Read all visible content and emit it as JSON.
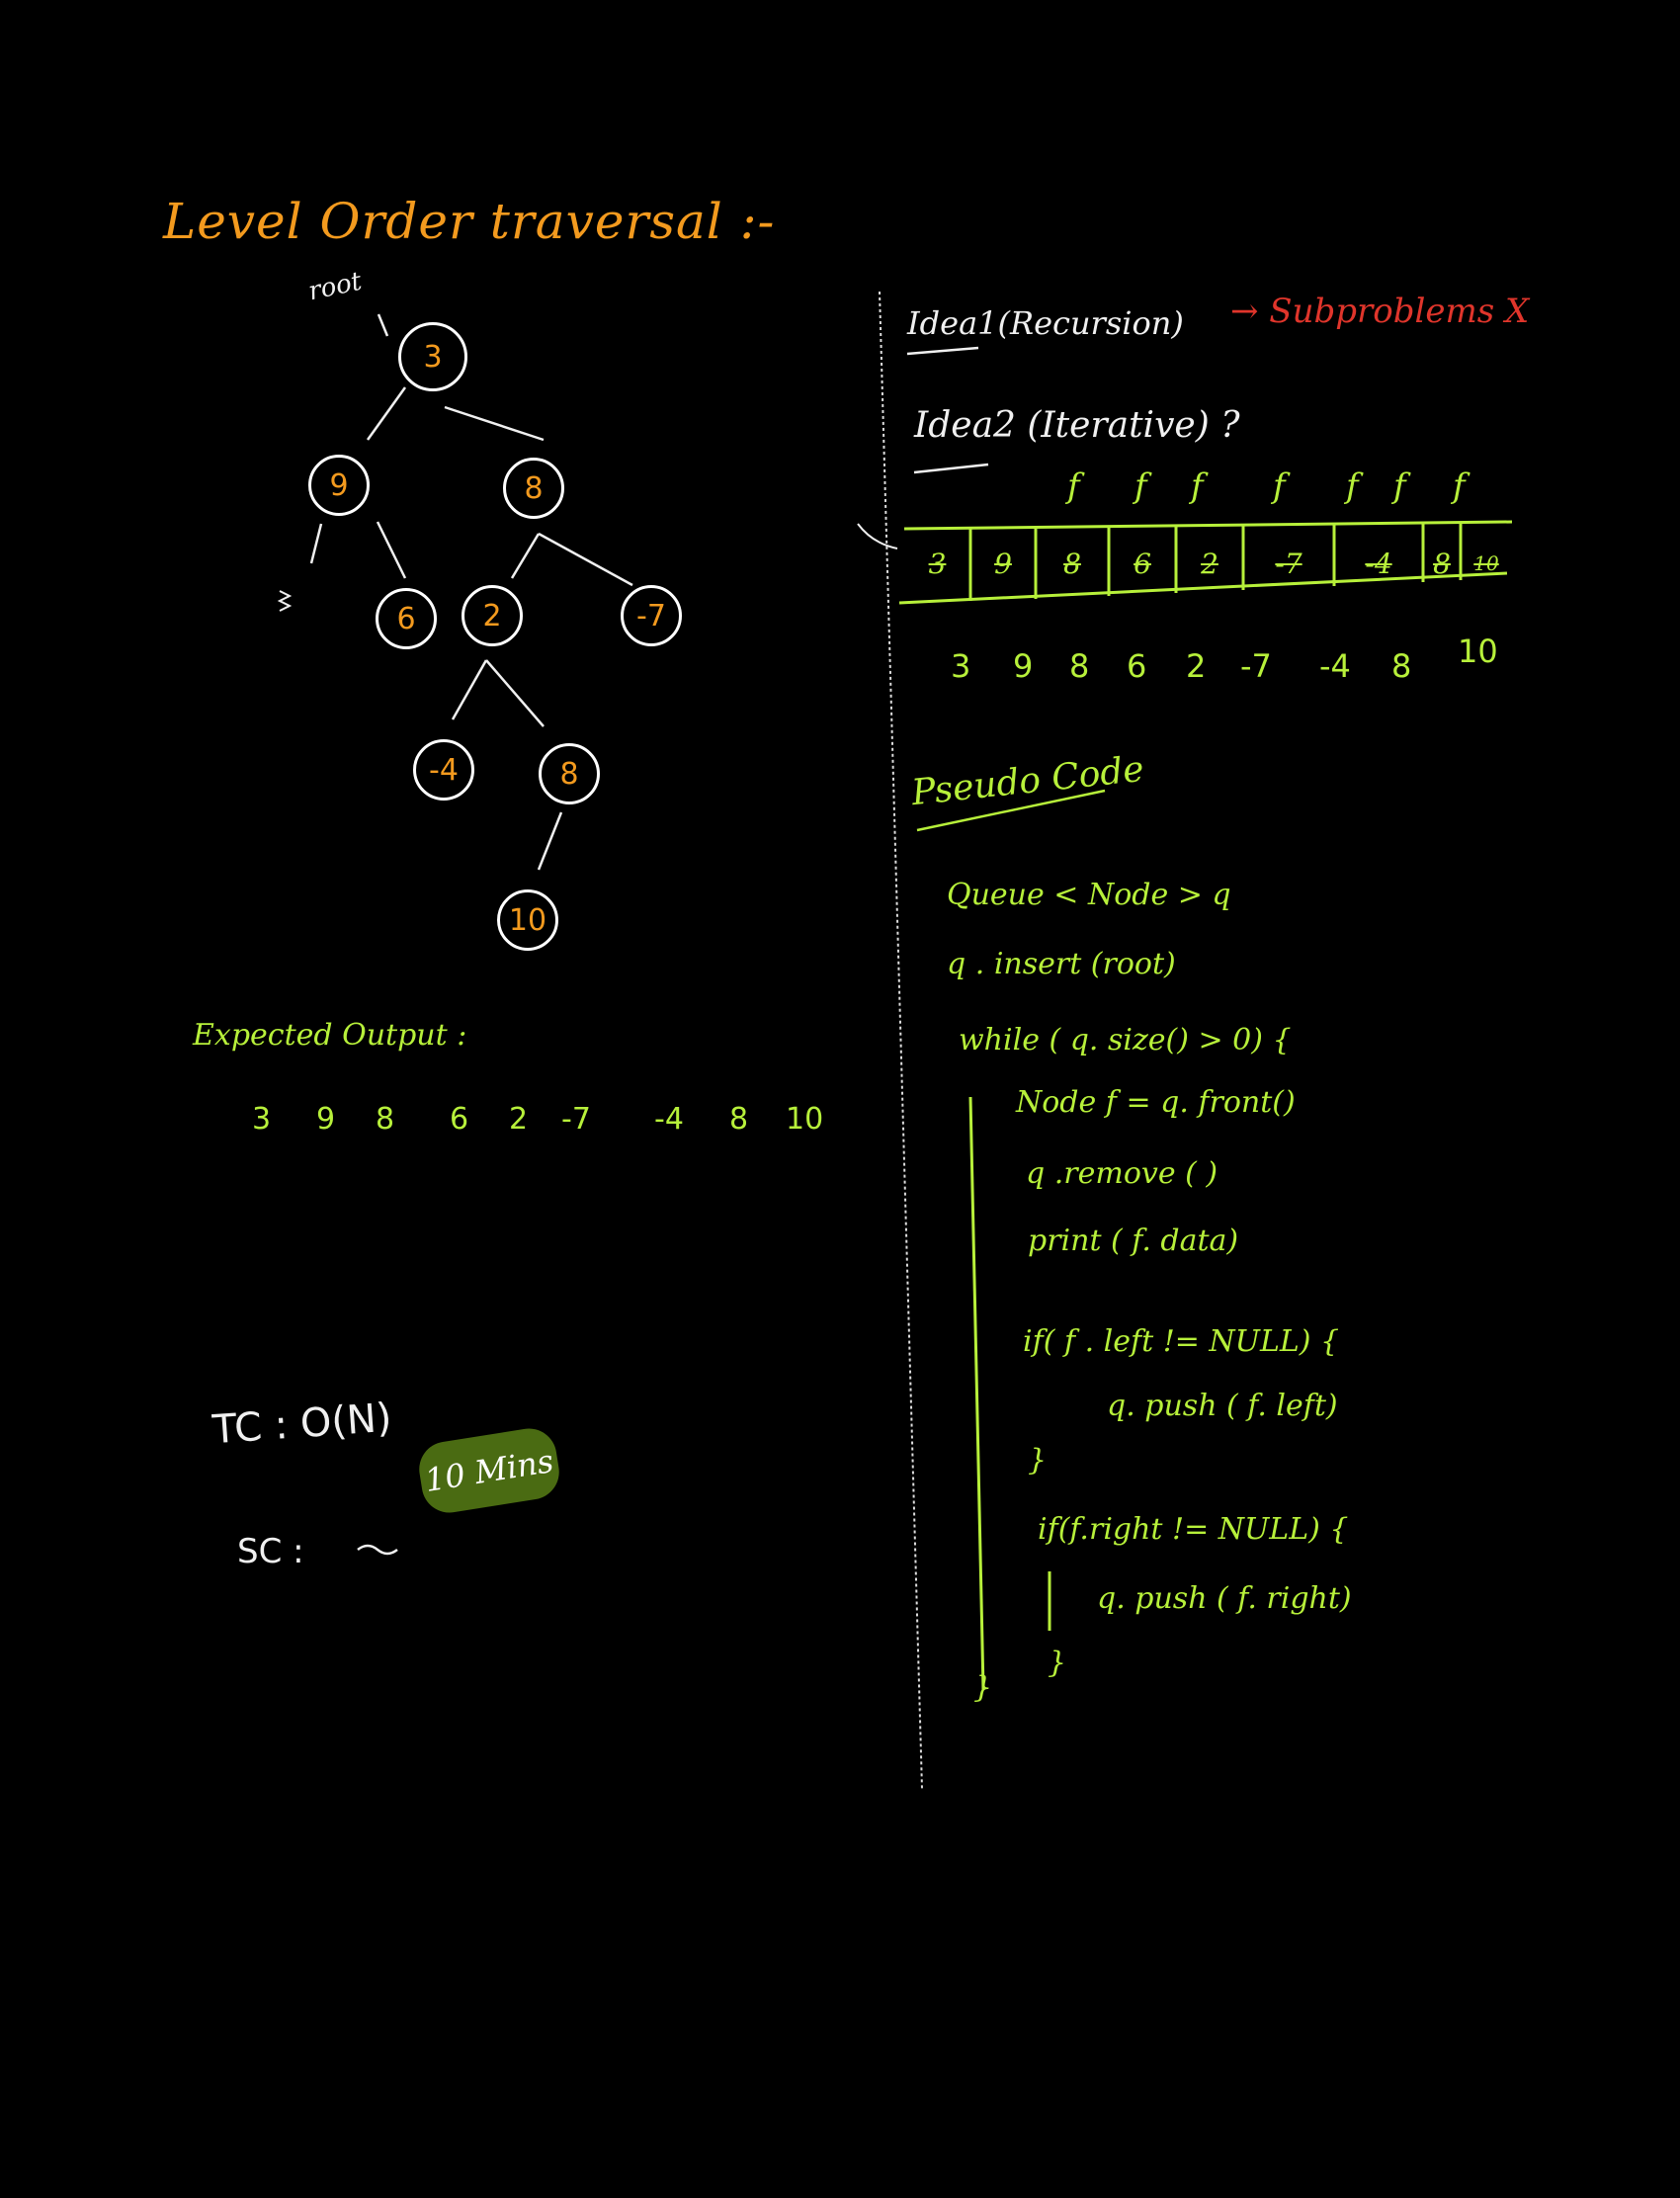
{
  "title": "Level Order traversal :-",
  "tree": {
    "root_label": "root",
    "nodes": {
      "n3": "3",
      "n9": "9",
      "n8a": "8",
      "n6": "6",
      "n2": "2",
      "nm7": "-7",
      "nm4": "-4",
      "n8b": "8",
      "n10": "10"
    }
  },
  "expected_output": {
    "label": "Expected Output :",
    "values": [
      "3",
      "9",
      "8",
      "6",
      "2",
      "-7",
      "-4",
      "8",
      "10"
    ]
  },
  "complexity": {
    "tc": "TC : O(N)",
    "sc": "SC :",
    "badge": "10 Mins"
  },
  "ideas": {
    "idea1": "Idea1(Recursion)",
    "idea1_result": "→ Subproblems X",
    "idea2": "Idea2 (Iterative) ?"
  },
  "queue": {
    "cells": [
      "3",
      "9",
      "8",
      "6",
      "2",
      "-7",
      "-4",
      "8",
      "10"
    ],
    "front_marker": "f",
    "sequence": [
      "3",
      "9",
      "8",
      "6",
      "2",
      "-7",
      "-4",
      "8",
      "10"
    ]
  },
  "pseudo": {
    "heading": "Pseudo Code",
    "lines": [
      "Queue < Node > q",
      "q . insert (root)",
      "while ( q. size() > 0) {",
      "Node f = q. front()",
      "q .remove ( )",
      "print ( f. data)",
      "if( f . left != NULL) {",
      "q. push ( f. left)",
      "}",
      "if(f.right != NULL) {",
      "q. push ( f. right)",
      "}",
      "}"
    ]
  },
  "colors": {
    "background": "#000000",
    "orange": "#f39a1e",
    "green": "#b7f03a",
    "red": "#e0352b",
    "white": "#f0f0f0",
    "badge": "#4a6b12"
  }
}
